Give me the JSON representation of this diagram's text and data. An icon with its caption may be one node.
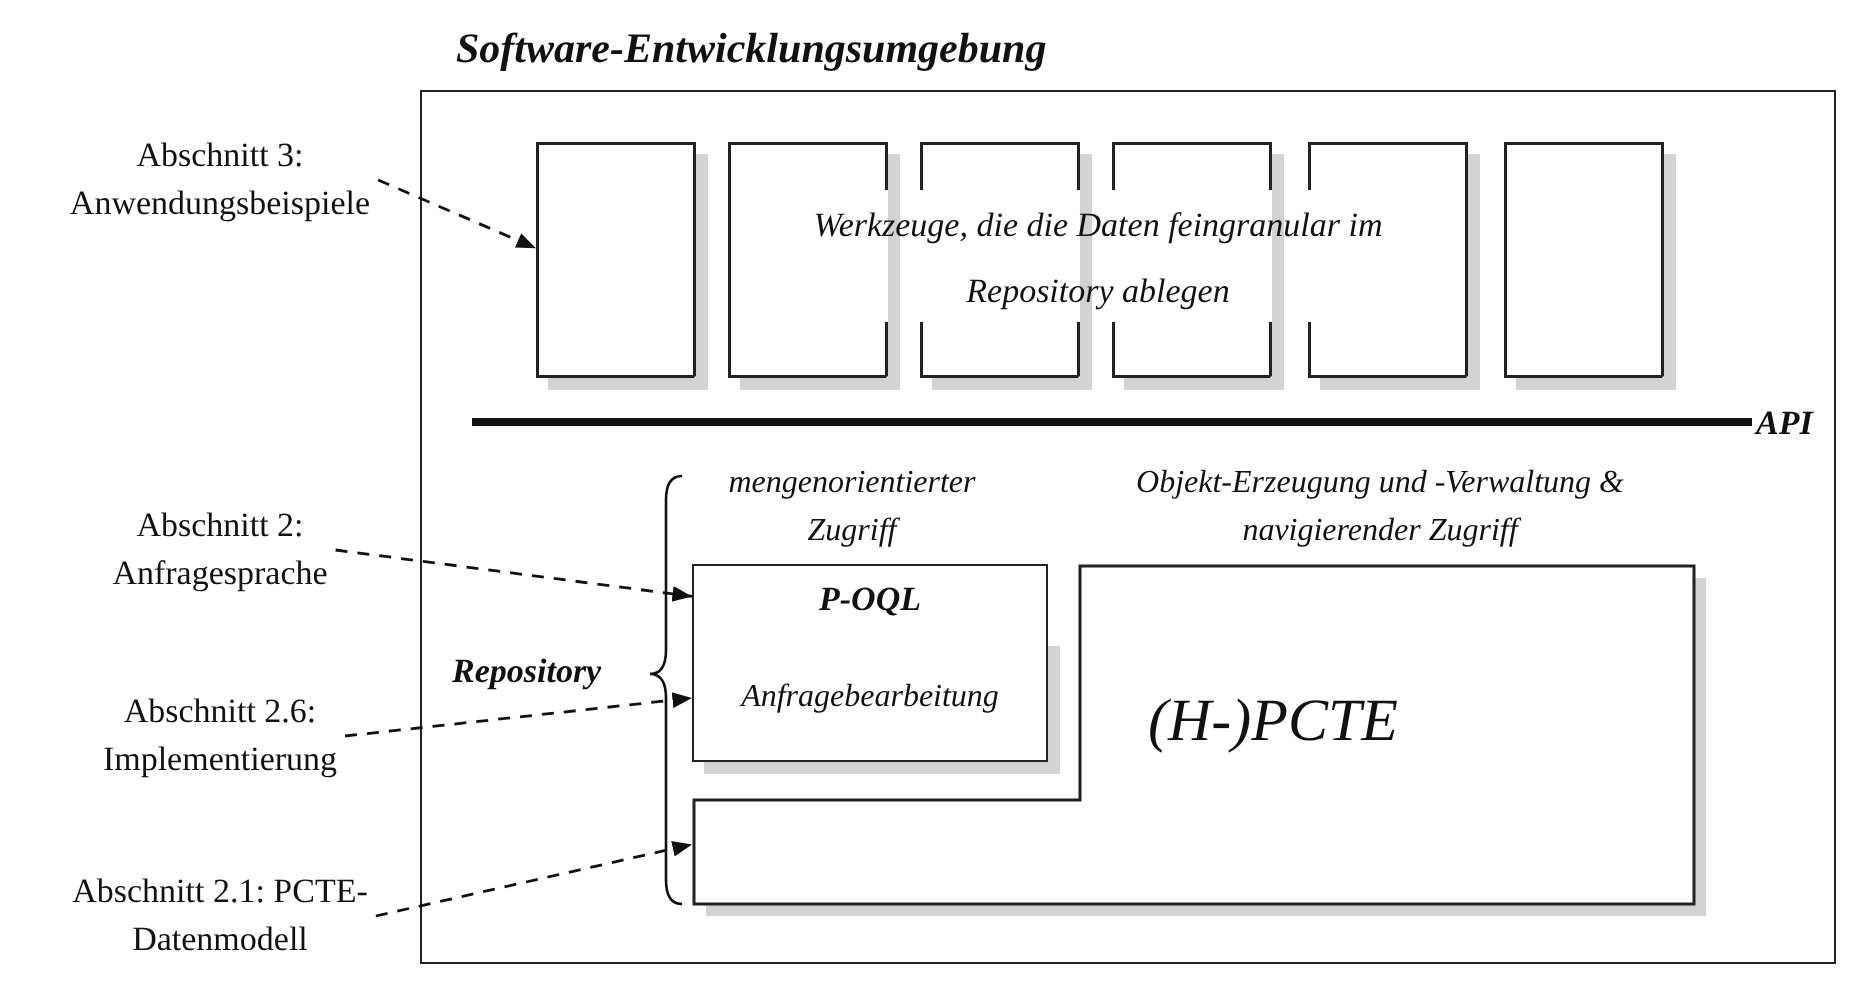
{
  "diagram": {
    "nodes": [
      {
        "text": [
          "Software-Entwicklungsumgebung"
        ]
      },
      {
        "text": [],
        "shape": "box",
        "in": 0
      },
      {
        "text": [],
        "shape": "box",
        "in": 0
      },
      {
        "text": [],
        "shape": "box",
        "in": 0
      },
      {
        "text": [],
        "shape": "box",
        "in": 0
      },
      {
        "text": [],
        "shape": "box",
        "in": 0
      },
      {
        "text": [],
        "shape": "box",
        "in": 0
      },
      {
        "text": [
          "P-OQL"
        ],
        "in": 0
      },
      {
        "text": [
          "Anfragebearbeitung"
        ],
        "in": 0
      },
      {
        "text": [
          "(H-)PCTE"
        ],
        "in": 0
      },
      {
        "text": [
          "Abschnitt 3: Anwendungsbeispiele"
        ]
      },
      {
        "text": [
          "Abschnitt 2: Anfragesprache"
        ]
      },
      {
        "text": [
          "Abschnitt 2.6: Implementierung"
        ]
      },
      {
        "text": [
          "Abschnitt 2.1: PCTE-Datenmodell"
        ]
      }
    ],
    "edges": [
      {
        "from": 10,
        "to": 1,
        "arrow": "to",
        "style": "dashed"
      },
      {
        "from": 11,
        "to": 7,
        "arrow": "to",
        "style": "dashed"
      },
      {
        "from": 12,
        "to": 8,
        "arrow": "to",
        "style": "dashed"
      },
      {
        "from": 13,
        "to": 9,
        "arrow": "to",
        "style": "dashed"
      }
    ],
    "labels": [
      "Werkzeuge, die die Daten feingranular im Repository ablegen",
      "API",
      "mengenorientierter Zugriff",
      "Objekt-Erzeugung und -Verwaltung & navigierender Zugriff",
      "Repository"
    ]
  }
}
